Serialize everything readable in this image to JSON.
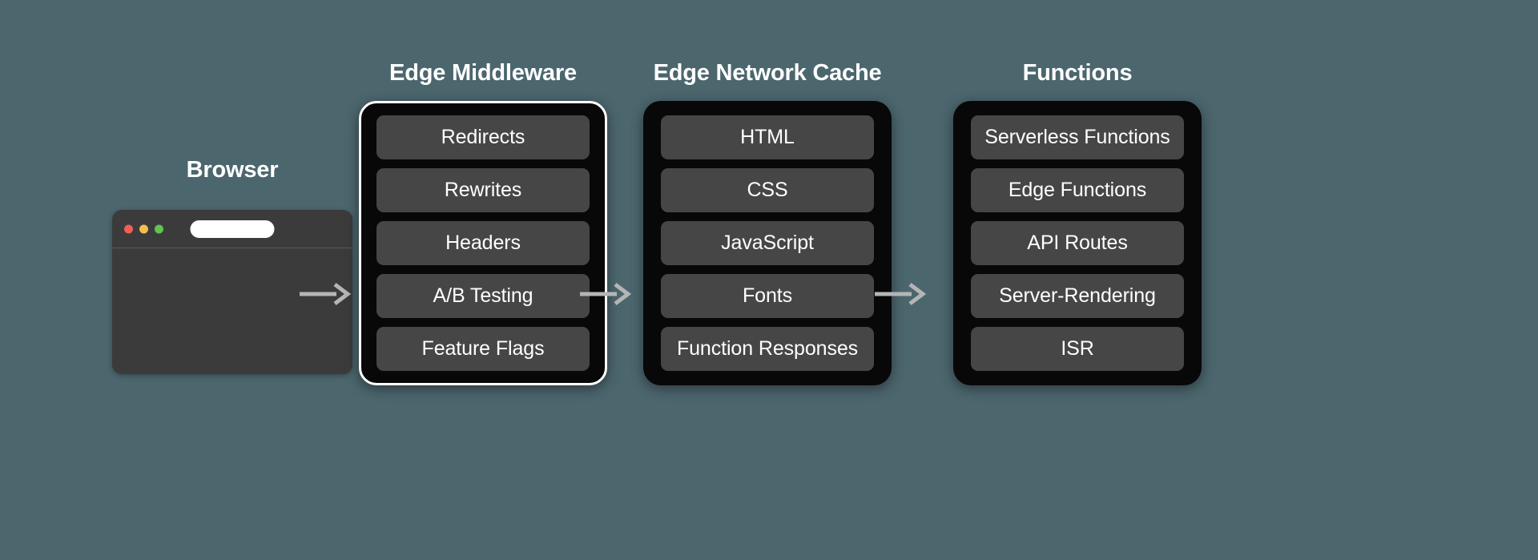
{
  "background_color": "#4c666e",
  "browser": {
    "title": "Browser",
    "window": {
      "traffic_lights": [
        {
          "name": "close",
          "color": "#ef5f56"
        },
        {
          "name": "minimize",
          "color": "#f5bd4f"
        },
        {
          "name": "maximize",
          "color": "#5fc454"
        }
      ],
      "url_bar_value": "",
      "url_bar_placeholder": ""
    }
  },
  "arrows": [
    {
      "name": "browser-to-middleware",
      "color": "#b5b5b5"
    },
    {
      "name": "middleware-to-cache",
      "color": "#b5b5b5"
    },
    {
      "name": "cache-to-functions",
      "color": "#b5b5b5"
    }
  ],
  "columns": [
    {
      "id": "middleware",
      "title": "Edge Middleware",
      "highlighted": true,
      "items": [
        "Redirects",
        "Rewrites",
        "Headers",
        "A/B Testing",
        "Feature Flags"
      ]
    },
    {
      "id": "cache",
      "title": "Edge Network Cache",
      "highlighted": false,
      "items": [
        "HTML",
        "CSS",
        "JavaScript",
        "Fonts",
        "Function Responses"
      ]
    },
    {
      "id": "functions",
      "title": "Functions",
      "highlighted": false,
      "items": [
        "Serverless Functions",
        "Edge Functions",
        "API Routes",
        "Server-Rendering",
        "ISR"
      ]
    }
  ],
  "colors": {
    "card_background": "#080808",
    "pill_background": "#464646",
    "browser_background": "#3b3b3b",
    "text": "#ffffff",
    "highlight_border": "#ffffff"
  }
}
